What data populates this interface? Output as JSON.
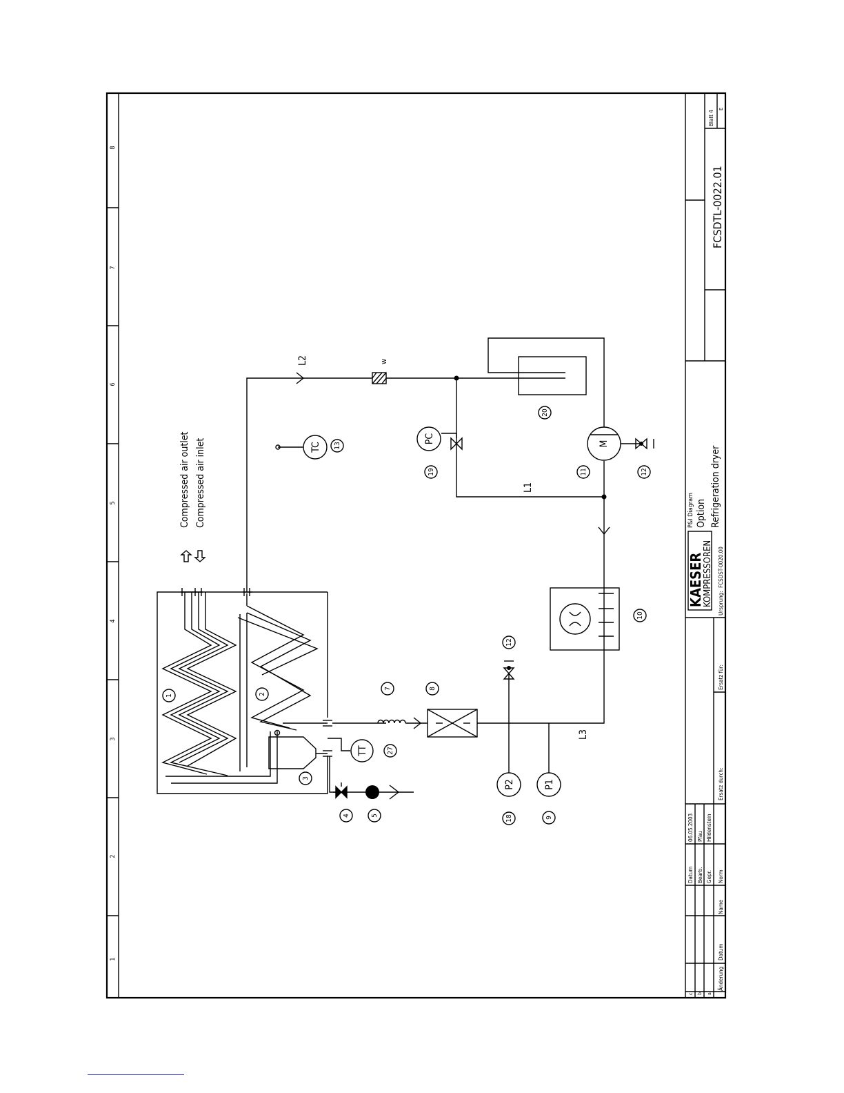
{
  "legend": {
    "outlet_label": "Compressed air outlet",
    "inlet_label": "Compressed air inlet"
  },
  "grid_numbers": [
    "1",
    "2",
    "3",
    "4",
    "5",
    "6",
    "7",
    "8"
  ],
  "line_labels": {
    "L1": "L1",
    "L2": "L2",
    "L3": "L3",
    "w": "w"
  },
  "instruments": {
    "TC": "TC",
    "PC": "PC",
    "TT": "TT",
    "P1": "P1",
    "P2": "P2"
  },
  "items": [
    "1",
    "2",
    "3",
    "4",
    "5",
    "7",
    "8",
    "9",
    "10",
    "11",
    "12",
    "13",
    "18",
    "19",
    "20",
    "27"
  ],
  "title_block": {
    "diagram_type": "P&I Diagram",
    "option": "Option",
    "description": "Refrigeration dryer",
    "drawing_number": "FCSDTL-0022.01",
    "sheet": "Blatt 4",
    "sheet_suffix": "E",
    "company_line1": "KAESER",
    "company_line2": "KOMPRESSOREN",
    "ursprung_label": "Ursprung:",
    "ursprung_value": "FCSDST-0020.00",
    "ersatz_fuer": "Ersatz für:",
    "ersatz_durch": "Ersatz durch:",
    "datum_label": "Datum",
    "datum_value": "06.05.2003",
    "bearb_label": "Bearb.",
    "bearb_value": "Pfau",
    "gepr_label": "Gepr.",
    "gepr_value": "Hildenstein",
    "norm_label": "Norm",
    "name_label": "Name",
    "aenderung_label": "Änderung",
    "rev_c": "c",
    "rev_b": "b",
    "rev_a": "a"
  }
}
